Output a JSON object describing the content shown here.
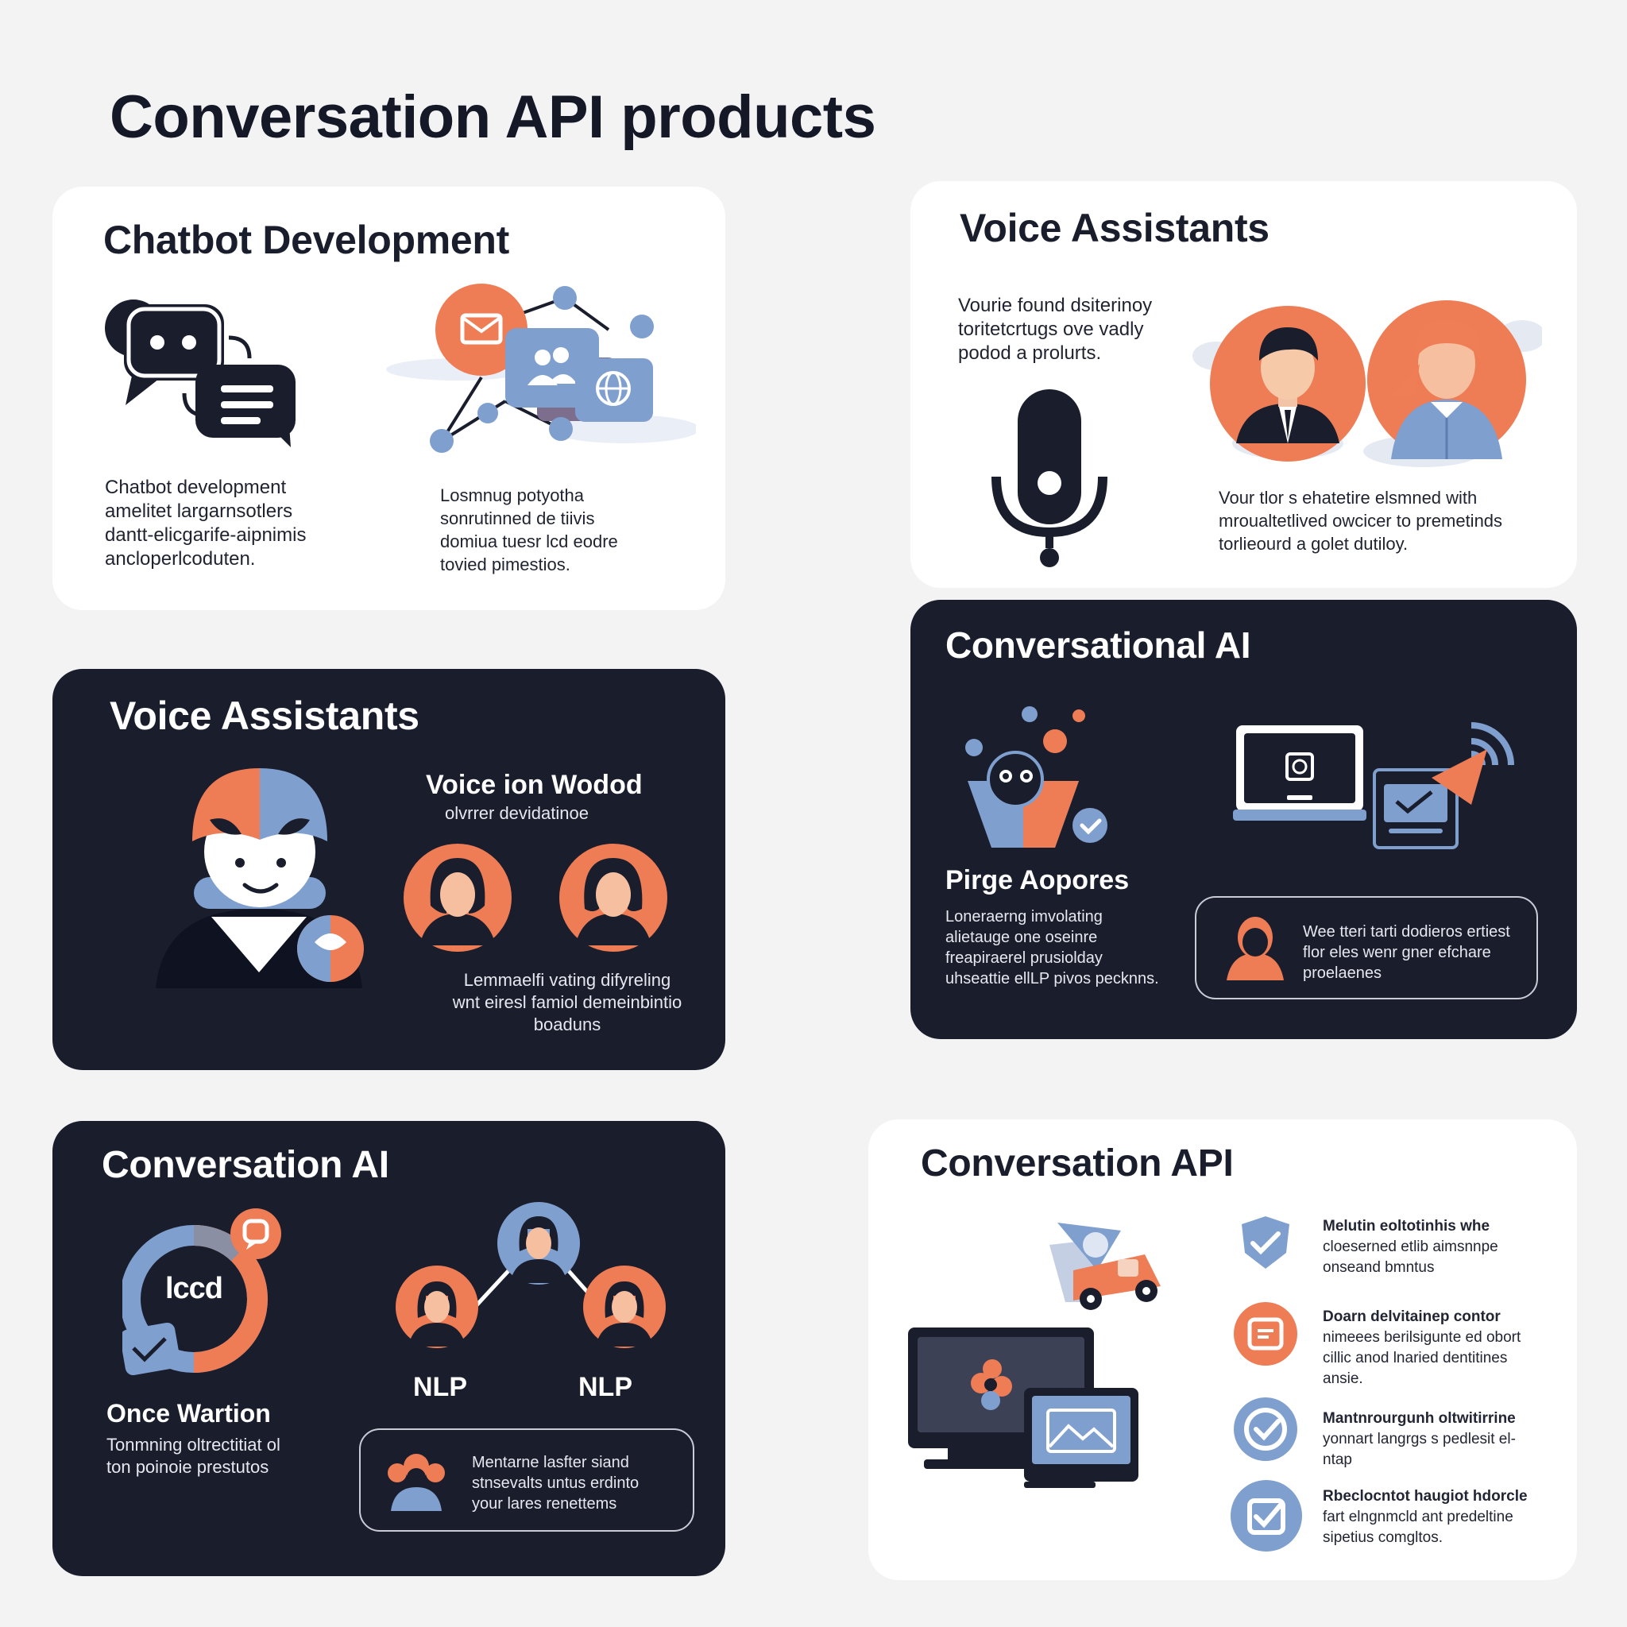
{
  "page": {
    "title": "Conversation API products"
  },
  "colors": {
    "navy": "#1a1d2c",
    "orange": "#ee7c55",
    "blue": "#7f9fcf",
    "background": "#f3f3f4"
  },
  "cards": {
    "chatbot": {
      "title": "Chatbot Development",
      "text_left": [
        "Chatbot development",
        "amelitet largarnsotlers",
        "dantt-elicgarife-aipnimis",
        "ancloperlcoduten."
      ],
      "text_right": [
        "Losmnug potyotha",
        "sonrutinned de tiivis",
        "domiua tuesr lcd eodre",
        "tovied pimestios."
      ],
      "icons": [
        "chat-bubbles-icon",
        "network-icon"
      ]
    },
    "voice_top": {
      "title": "Voice Assistants",
      "text_top": [
        "Vourie found dsiterinoy",
        "toritetcrtugs ove vadly",
        "podod a prolurts."
      ],
      "text_bottom": [
        "Vour tlor s ehatetire elsmned with",
        "mroualtetlived owcicer to premetinds",
        "torlieourd a golet dutiloy."
      ],
      "icons": [
        "microphone-icon",
        "people-icon"
      ]
    },
    "voice_dark": {
      "title": "Voice Assistants",
      "subtitle": "Voice ion Wodod",
      "subtitle_caption": "olvrrer devidatinoe",
      "text": [
        "Lemmaelfi vating difyreling",
        "wnt eiresl famiol demeinbintio",
        "boaduns"
      ],
      "icons": [
        "avatar-icon",
        "person-icon"
      ]
    },
    "conversational_ai": {
      "title": "Conversational AI",
      "subtitle": "Pirge Aopores",
      "text": [
        "Loneraerng imvolating",
        "alietauge one oseinre",
        "freapiraerel prusiolday",
        "uhseattie ellLP pivos pecknns."
      ],
      "pill_text": [
        "Wee tteri tarti dodieros ertiest",
        "flor eles wenr gner efchare",
        "proelaenes"
      ],
      "icons": [
        "bot-icon",
        "laptop-icon",
        "wifi-icon"
      ]
    },
    "conversation_ai": {
      "title": "Conversation AI",
      "ring_label": "lccd",
      "subtitle": "Once Wartion",
      "text": [
        "Tonmning oltrectitiat ol",
        "ton poinoie prestutos"
      ],
      "nlp_left": "NLP",
      "nlp_right": "NLP",
      "pill_text": [
        "Mentarne lasfter siand",
        "stnsevalts untus erdinto",
        "your lares renettems"
      ],
      "icons": [
        "ring-chart-icon",
        "person-icon",
        "group-icon"
      ]
    },
    "conversation_api": {
      "title": "Conversation API",
      "features": [
        {
          "lead": "Melutin eoltotinhis whe",
          "lines": [
            "cloeserned etlib aimsnnpe",
            "onseand bmntus"
          ]
        },
        {
          "lead": "Doarn delvitainep contor",
          "lines": [
            "nimeees berilsigunte ed obort",
            "cillic anod lnaried dentitines",
            "ansie."
          ]
        },
        {
          "lead": "Mantnrourgunh oltwitirrine",
          "lines": [
            "yonnart langrgs s pedlesit el-",
            "ntap"
          ]
        },
        {
          "lead": "Rbeclocntot haugiot hdorcle",
          "lines": [
            "fart elngnmcld ant predeltine",
            "sipetius comgltos."
          ]
        }
      ],
      "icons": [
        "car-icon",
        "monitor-icon",
        "check-badge-icon"
      ]
    }
  }
}
